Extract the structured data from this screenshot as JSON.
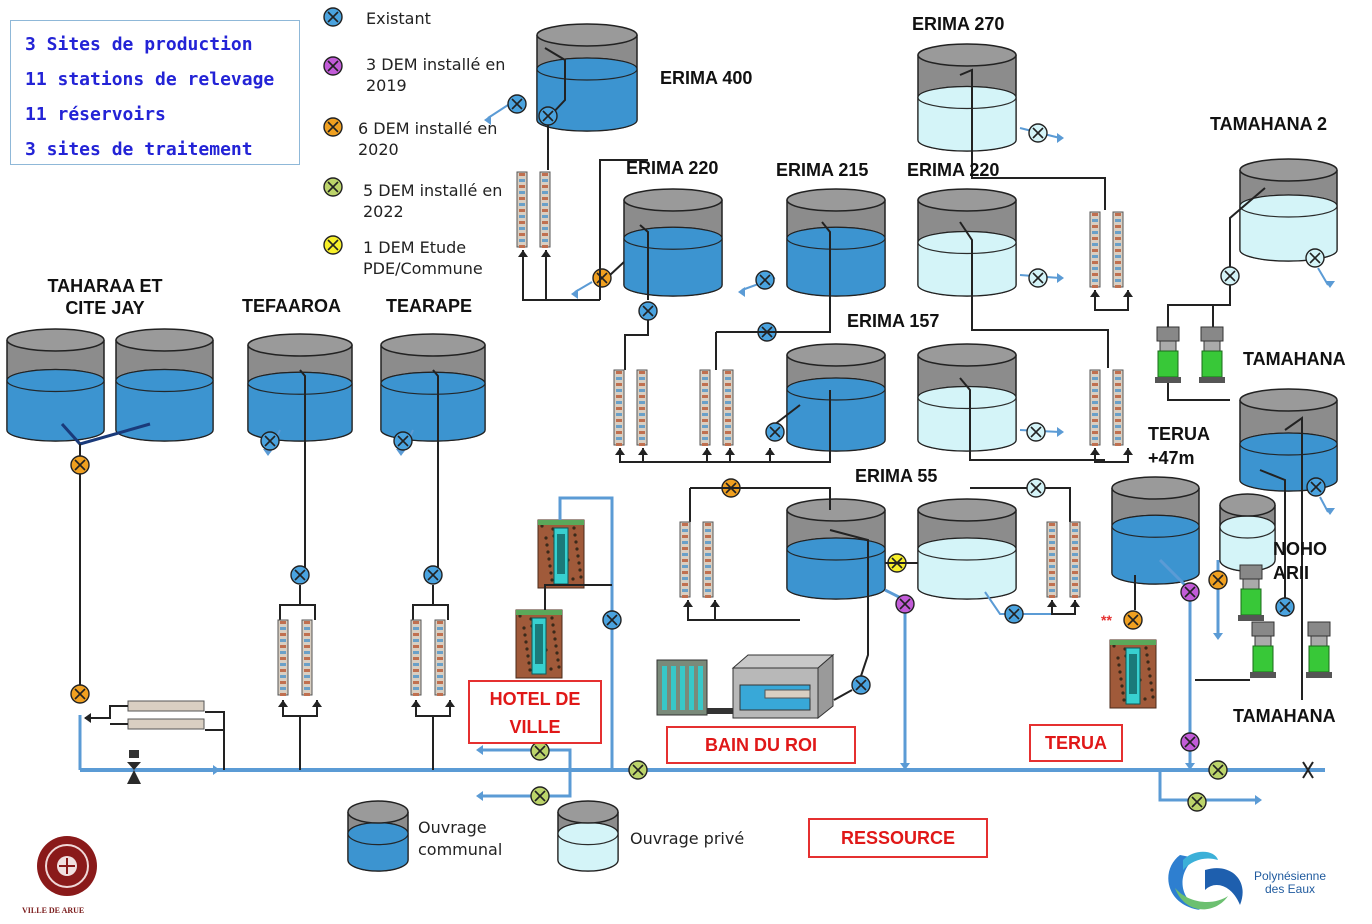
{
  "summary": [
    "3 Sites de production",
    "11 stations de relevage",
    "11 réservoirs",
    "3 sites de traitement"
  ],
  "legend": {
    "existant": "Existant",
    "dem2019": "3 DEM installé en 2019",
    "dem2020": "6 DEM installé en 2020",
    "dem2022": "5 DEM installé en 2022",
    "demEtude": "1 DEM Etude PDE/Commune",
    "ouvrage_communal": "Ouvrage communal",
    "ouvrage_prive": "Ouvrage privé"
  },
  "colors": {
    "existant": "#4aa3df",
    "dem2019": "#c25bd8",
    "dem2020": "#f0a020",
    "dem2022": "#bcd46a",
    "demEtude": "#f7ef2a",
    "water_communal": "#3c94d0",
    "water_prive": "#d4f4f8",
    "pipe": "#5b9bd5",
    "label_red": "#e53030",
    "summary_blue": "#2323d6"
  },
  "labels": {
    "erima400": "ERIMA 400",
    "erima270": "ERIMA 270",
    "erima220a": "ERIMA 220",
    "erima215": "ERIMA 215",
    "erima220b": "ERIMA 220",
    "erima157": "ERIMA 157",
    "erima55": "ERIMA 55",
    "tamahana2": "TAMAHANA 2",
    "tamahana": "TAMAHANA",
    "tamahana_bottom": "TAMAHANA",
    "terua47": "TERUA +47m",
    "nohoarii": "NOHO ARII",
    "taharaa": "TAHARAA ET CITE JAY",
    "tefaaroa": "TEFAAROA",
    "tearape": "TEARAPE",
    "double_star": "**"
  },
  "boxed": {
    "hotel": "HOTEL DE VILLE",
    "bain": "BAIN DU ROI",
    "terua": "TERUA",
    "ressource": "RESSOURCE"
  },
  "logos": {
    "arue": "VILLE DE ARUE",
    "polynesienne": "Polynésienne des Eaux"
  }
}
